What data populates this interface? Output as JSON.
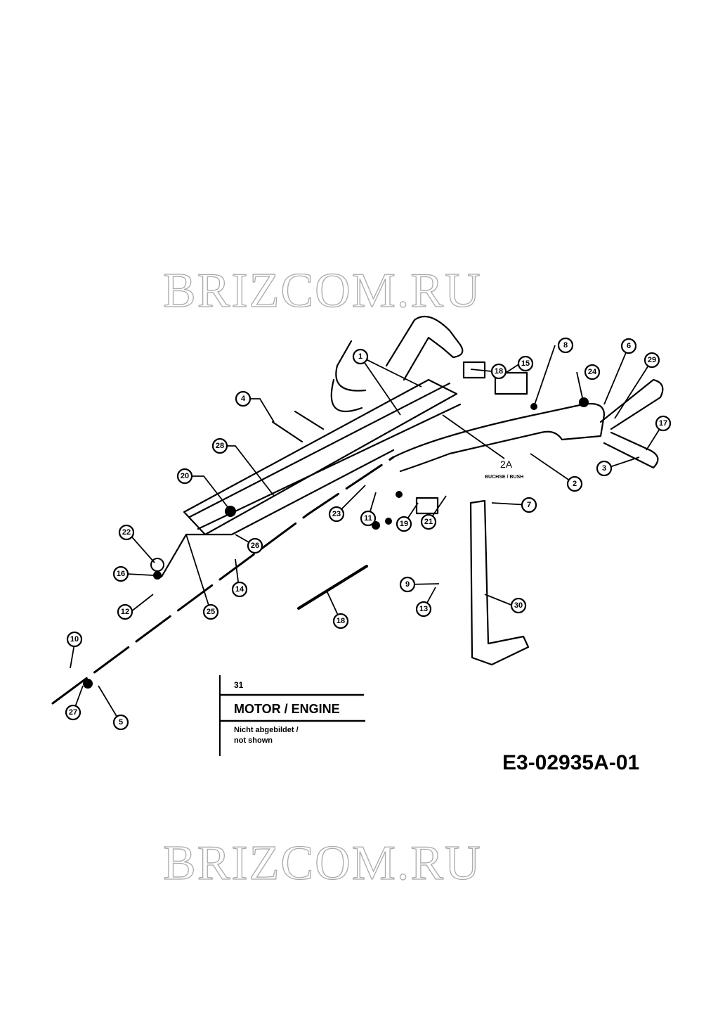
{
  "watermark": "BRIZCOM.RU",
  "callouts": [
    {
      "id": "c1",
      "label": "1"
    },
    {
      "id": "c4",
      "label": "4"
    },
    {
      "id": "c28",
      "label": "28"
    },
    {
      "id": "c20",
      "label": "20"
    },
    {
      "id": "c22",
      "label": "22"
    },
    {
      "id": "c16",
      "label": "16"
    },
    {
      "id": "c12",
      "label": "12"
    },
    {
      "id": "c10",
      "label": "10"
    },
    {
      "id": "c27",
      "label": "27"
    },
    {
      "id": "c5",
      "label": "5"
    },
    {
      "id": "c25",
      "label": "25"
    },
    {
      "id": "c26",
      "label": "26"
    },
    {
      "id": "c14",
      "label": "14"
    },
    {
      "id": "c18b",
      "label": "18"
    },
    {
      "id": "c9",
      "label": "9"
    },
    {
      "id": "c13",
      "label": "13"
    },
    {
      "id": "c30",
      "label": "30"
    },
    {
      "id": "c23",
      "label": "23"
    },
    {
      "id": "c11",
      "label": "11"
    },
    {
      "id": "c19b",
      "label": "19"
    },
    {
      "id": "c21",
      "label": "21"
    },
    {
      "id": "c18",
      "label": "18"
    },
    {
      "id": "c15",
      "label": "15"
    },
    {
      "id": "c8",
      "label": "8"
    },
    {
      "id": "c24",
      "label": "24"
    },
    {
      "id": "c6",
      "label": "6"
    },
    {
      "id": "c29",
      "label": "29"
    },
    {
      "id": "c17",
      "label": "17"
    },
    {
      "id": "c3",
      "label": "3"
    },
    {
      "id": "c2",
      "label": "2"
    },
    {
      "id": "c7",
      "label": "7"
    }
  ],
  "bush_label": {
    "number": "2A",
    "text": "BUCHSE / BUSH"
  },
  "legend": {
    "number": "31",
    "title": "MOTOR / ENGINE",
    "note_line1": "Nicht abgebildet /",
    "note_line2": "not shown"
  },
  "drawing_code": "E3-02935A-01"
}
